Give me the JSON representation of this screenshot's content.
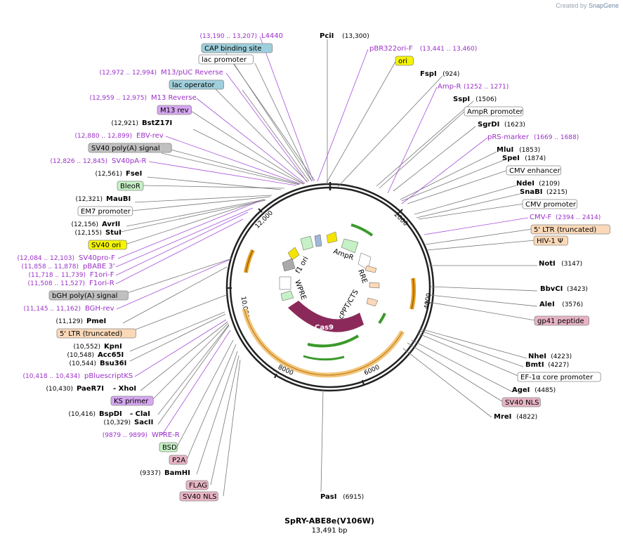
{
  "brand": {
    "created_by": "Created by",
    "name": "SnapGene"
  },
  "plasmid": {
    "name": "SpRY-ABE8e(V106W)",
    "size": "13,491 bp"
  },
  "ticks": [
    "2000",
    "4000",
    "6000",
    "8000",
    "10,000",
    "12,000"
  ],
  "labels": [
    {
      "key": "pcii",
      "text": "PciI",
      "pos": "(13,300)",
      "kind": "site"
    },
    {
      "key": "l4440",
      "text": "L4440",
      "pos": "(13,190 .. 13,207)",
      "kind": "primer"
    },
    {
      "key": "cap",
      "text": "CAP binding site",
      "kind": "box",
      "color": "#9fcfdc"
    },
    {
      "key": "lacprom",
      "text": "lac promoter",
      "kind": "box",
      "color": "#ffffff"
    },
    {
      "key": "m13puc",
      "text": "M13/pUC Reverse",
      "pos": "(12,972 .. 12,994)",
      "kind": "primer"
    },
    {
      "key": "lacop",
      "text": "lac operator",
      "kind": "box",
      "color": "#9fcfdc"
    },
    {
      "key": "m13rev_p",
      "text": "M13 Reverse",
      "pos": "(12,959 .. 12,975)",
      "kind": "primer"
    },
    {
      "key": "m13rev_f",
      "text": "M13 rev",
      "kind": "box",
      "color": "#d6a7f0"
    },
    {
      "key": "bstz17i",
      "text": "BstZ17I",
      "pos": "(12,921)",
      "kind": "site"
    },
    {
      "key": "ebvrev",
      "text": "EBV-rev",
      "pos": "(12,880 .. 12,899)",
      "kind": "primer"
    },
    {
      "key": "sv40pa",
      "text": "SV40 poly(A) signal",
      "kind": "box",
      "color": "#c0c0c0"
    },
    {
      "key": "sv40par",
      "text": "SV40pA-R",
      "pos": "(12,826 .. 12,845)",
      "kind": "primer"
    },
    {
      "key": "fsei",
      "text": "FseI",
      "pos": "(12,561)",
      "kind": "site"
    },
    {
      "key": "bleor",
      "text": "BleoR",
      "kind": "box",
      "color": "#c6f0c6"
    },
    {
      "key": "maubi",
      "text": "MauBI",
      "pos": "(12,321)",
      "kind": "site"
    },
    {
      "key": "em7",
      "text": "EM7 promoter",
      "kind": "box",
      "color": "#ffffff"
    },
    {
      "key": "avrii",
      "text": "AvrII",
      "pos": "(12,156)",
      "kind": "site"
    },
    {
      "key": "stui",
      "text": "StuI",
      "pos": "(12,155)",
      "kind": "site"
    },
    {
      "key": "sv40ori",
      "text": "SV40 ori",
      "kind": "box",
      "color": "#f5f500"
    },
    {
      "key": "sv40prof",
      "text": "SV40pro-F",
      "pos": "(12,084 .. 12,103)",
      "kind": "primer"
    },
    {
      "key": "pbabe3",
      "text": "pBABE 3'",
      "pos": "(11,858 .. 11,878)",
      "kind": "primer"
    },
    {
      "key": "f1orif",
      "text": "F1ori-F",
      "pos": "(11,718 .. 11,739)",
      "kind": "primer"
    },
    {
      "key": "f1orir",
      "text": "F1ori-R",
      "pos": "(11,508 .. 11,527)",
      "kind": "primer"
    },
    {
      "key": "bghpa",
      "text": "bGH poly(A) signal",
      "kind": "box",
      "color": "#c0c0c0"
    },
    {
      "key": "bghrev",
      "text": "BGH-rev",
      "pos": "(11,145 .. 11,162)",
      "kind": "primer"
    },
    {
      "key": "pmei",
      "text": "PmeI",
      "pos": "(11,129)",
      "kind": "site"
    },
    {
      "key": "ltr5b",
      "text": "5' LTR (truncated)",
      "kind": "box",
      "color": "#fbd9b8"
    },
    {
      "key": "kpni",
      "text": "KpnI",
      "pos": "(10,552)",
      "kind": "site"
    },
    {
      "key": "acc65i",
      "text": "Acc65I",
      "pos": "(10,548)",
      "kind": "site"
    },
    {
      "key": "bsu36i",
      "text": "Bsu36I",
      "pos": "(10,544)",
      "kind": "site"
    },
    {
      "key": "pbsks",
      "text": "pBluescriptKS",
      "pos": "(10,418 .. 10,434)",
      "kind": "primer"
    },
    {
      "key": "paer7i",
      "text": "PaeR7I",
      "pos": "(10,430)",
      "kind": "site"
    },
    {
      "key": "xhoi",
      "text": "- XhoI",
      "kind": "site"
    },
    {
      "key": "ksprimer",
      "text": "KS primer",
      "kind": "box",
      "color": "#d6a7f0"
    },
    {
      "key": "bspdi",
      "text": "BspDI",
      "pos": "(10,416)",
      "kind": "site"
    },
    {
      "key": "clai",
      "text": "- ClaI",
      "kind": "site"
    },
    {
      "key": "sacii",
      "text": "SacII",
      "pos": "(10,329)",
      "kind": "site"
    },
    {
      "key": "wprer",
      "text": "WPRE-R",
      "pos": "(9879 .. 9899)",
      "kind": "primer"
    },
    {
      "key": "bsd",
      "text": "BSD",
      "kind": "box",
      "color": "#c6f0c6"
    },
    {
      "key": "p2a",
      "text": "P2A",
      "kind": "box",
      "color": "#e8b4c4"
    },
    {
      "key": "bamhi",
      "text": "BamHI",
      "pos": "(9337)",
      "kind": "site"
    },
    {
      "key": "flag",
      "text": "FLAG",
      "kind": "box",
      "color": "#e8b4c4"
    },
    {
      "key": "sv40nlsb",
      "text": "SV40 NLS",
      "kind": "box",
      "color": "#e8b4c4"
    },
    {
      "key": "pasi",
      "text": "PasI",
      "pos": "(6915)",
      "kind": "site"
    },
    {
      "key": "pbr322",
      "text": "pBR322ori-F",
      "pos": "(13,441 .. 13,460)",
      "kind": "primer"
    },
    {
      "key": "ori",
      "text": "ori",
      "kind": "box",
      "color": "#f5f500"
    },
    {
      "key": "fspi",
      "text": "FspI",
      "pos": "(924)",
      "kind": "site"
    },
    {
      "key": "ampr_p",
      "text": "Amp-R",
      "pos": "(1252 .. 1271)",
      "kind": "primer"
    },
    {
      "key": "sspi",
      "text": "SspI",
      "pos": "(1506)",
      "kind": "site"
    },
    {
      "key": "amprprom",
      "text": "AmpR promoter",
      "kind": "box",
      "color": "#ffffff"
    },
    {
      "key": "sgrdi",
      "text": "SgrDI",
      "pos": "(1623)",
      "kind": "site"
    },
    {
      "key": "prsmarker",
      "text": "pRS-marker",
      "pos": "(1669 .. 1688)",
      "kind": "primer"
    },
    {
      "key": "mlui",
      "text": "MluI",
      "pos": "(1853)",
      "kind": "site"
    },
    {
      "key": "spei",
      "text": "SpeI",
      "pos": "(1874)",
      "kind": "site"
    },
    {
      "key": "cmvenh",
      "text": "CMV enhancer",
      "kind": "box",
      "color": "#ffffff"
    },
    {
      "key": "ndei",
      "text": "NdeI",
      "pos": "(2109)",
      "kind": "site"
    },
    {
      "key": "snabi",
      "text": "SnaBI",
      "pos": "(2215)",
      "kind": "site"
    },
    {
      "key": "cmvprom",
      "text": "CMV promoter",
      "kind": "box",
      "color": "#ffffff"
    },
    {
      "key": "cmvf",
      "text": "CMV-F",
      "pos": "(2394 .. 2414)",
      "kind": "primer"
    },
    {
      "key": "ltr5a",
      "text": "5' LTR (truncated)",
      "kind": "box",
      "color": "#fbd9b8"
    },
    {
      "key": "hiv1",
      "text": "HIV-1 Ψ",
      "kind": "box",
      "color": "#fbd9b8"
    },
    {
      "key": "noti",
      "text": "NotI",
      "pos": "(3147)",
      "kind": "site"
    },
    {
      "key": "bbvci",
      "text": "BbvCI",
      "pos": "(3423)",
      "kind": "site"
    },
    {
      "key": "alei",
      "text": "AleI",
      "pos": "(3576)",
      "kind": "site"
    },
    {
      "key": "gp41",
      "text": "gp41 peptide",
      "kind": "box",
      "color": "#e8b4c4"
    },
    {
      "key": "nhei",
      "text": "NheI",
      "pos": "(4223)",
      "kind": "site"
    },
    {
      "key": "bmti",
      "text": "BmtI",
      "pos": "(4227)",
      "kind": "site"
    },
    {
      "key": "ef1a",
      "text": "EF-1α core promoter",
      "kind": "box",
      "color": "#ffffff"
    },
    {
      "key": "agei",
      "text": "AgeI",
      "pos": "(4485)",
      "kind": "site"
    },
    {
      "key": "sv40nlsa",
      "text": "SV40 NLS",
      "kind": "box",
      "color": "#e8b4c4"
    },
    {
      "key": "mrei",
      "text": "MreI",
      "pos": "(4822)",
      "kind": "site"
    }
  ],
  "inner_features": [
    {
      "key": "f1ori",
      "text": "f1 ori"
    },
    {
      "key": "ampr",
      "text": "AmpR"
    },
    {
      "key": "rre",
      "text": "RRE"
    },
    {
      "key": "cppt",
      "text": "cPPT/CTS"
    },
    {
      "key": "cas9",
      "text": "Cas9"
    },
    {
      "key": "wpre",
      "text": "WPRE"
    }
  ]
}
